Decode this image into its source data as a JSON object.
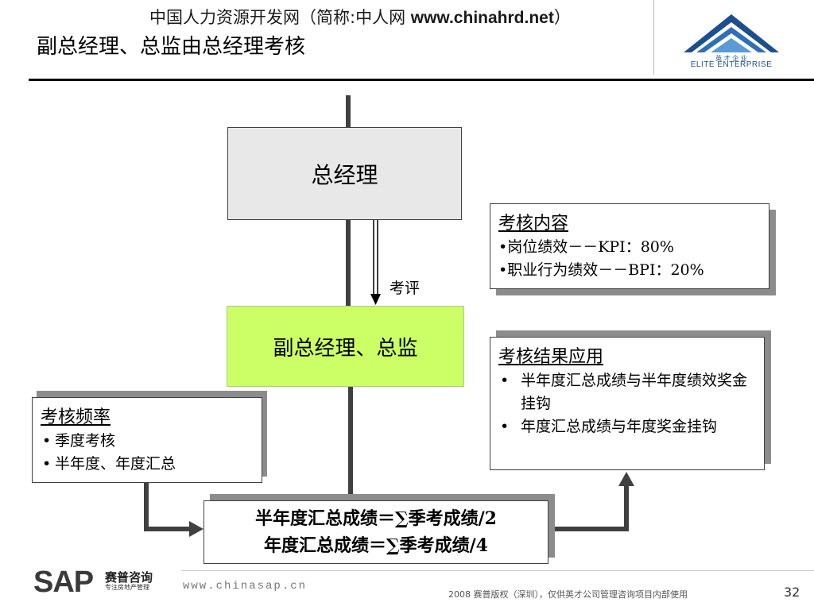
{
  "header": {
    "site_banner": "中国人力资源开发网（简称:中人网 ",
    "site_url": "www.chinahrd.net",
    "site_close": "）",
    "title": "副总经理、总监由总经理考核",
    "logo_text": "ELITE ENTERPRISE",
    "logo_cn": "英  才  企  业"
  },
  "diagram": {
    "general_manager": "总经理",
    "review_label": "考评",
    "vp_director": "副总经理、总监",
    "content_box": {
      "title": "考核内容",
      "lines": [
        "•岗位绩效－－KPI：80%",
        "•职业行为绩效－－BPI：20%"
      ]
    },
    "result_box": {
      "title": "考核结果应用",
      "items": [
        "半年度汇总成绩与半年度绩效奖金挂钩",
        "年度汇总成绩与年度奖金挂钩"
      ]
    },
    "frequency_box": {
      "title": "考核频率",
      "items": [
        "季度考核",
        "半年度、年度汇总"
      ]
    },
    "formula_box": {
      "lines": [
        "半年度汇总成绩＝∑季考成绩/2",
        "年度汇总成绩＝∑季考成绩/4"
      ]
    }
  },
  "footer": {
    "logo": "SAP",
    "logo_cn": "赛普咨询",
    "logo_cn_sub": "专注房地产管理",
    "url": "www.chinasap.cn",
    "copyright": "2008 赛普版权（深圳），仅供英才公司管理咨询项目内部使用",
    "page_number": "32"
  },
  "colors": {
    "gm_box": "#e8e8e8",
    "vp_box": "#ccff66",
    "connector": "#404040",
    "shadow": "#8c8c8c",
    "logo_blue": "#1c4f8e"
  }
}
